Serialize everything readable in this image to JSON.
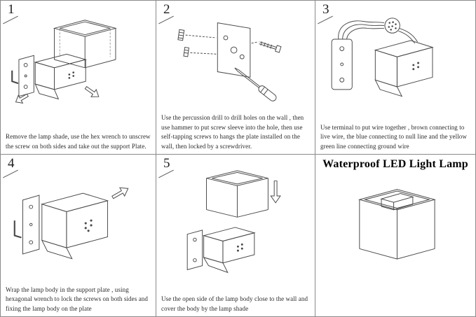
{
  "title": "Waterproof LED Light Lamp",
  "steps": [
    {
      "number": "1",
      "caption": "Remove the lamp shade, use the hex wrench to unscrew the screw on both sides and take  out the support Plate."
    },
    {
      "number": "2",
      "caption": "Use the percussion drill to drill holes on the wall , then use hammer to put screw sleeve into the hole, then use self-tapping screws to hangs the plate installed on the wall, then locked by a screwdriver."
    },
    {
      "number": "3",
      "caption": "Use terminal to put wire together , brown connecting to live wire, the blue connecting to null line and the yellow green line connecting ground wire"
    },
    {
      "number": "4",
      "caption": "Wrap the lamp body in the support plate , using hexagonal wrench to lock the screws on both sides and fixing the lamp body on the plate"
    },
    {
      "number": "5",
      "caption": "Use the open side of the lamp body close to the wall and cover the body by the lamp shade"
    }
  ]
}
